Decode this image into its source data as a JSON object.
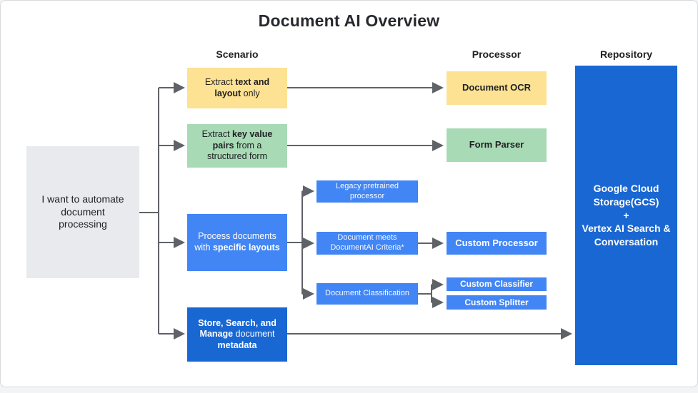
{
  "title": "Document AI Overview",
  "column_headers": {
    "scenario": "Scenario",
    "processor": "Processor",
    "repository": "Repository"
  },
  "colors": {
    "yellow": "#fde293",
    "green": "#a8dab5",
    "blue": "#4285f4",
    "dark_blue": "#1967d2",
    "gray": "#e8eaed",
    "line": "#5f6368"
  },
  "nodes": {
    "start": {
      "segments": [
        {
          "t": "I want to automate"
        },
        {
          "br": true
        },
        {
          "t": "document"
        },
        {
          "br": true
        },
        {
          "t": "processing"
        }
      ]
    },
    "extract_text_layout": {
      "segments": [
        {
          "t": "Extract "
        },
        {
          "t": "text and",
          "b": true
        },
        {
          "br": true
        },
        {
          "t": "layout",
          "b": true
        },
        {
          "t": " only"
        }
      ]
    },
    "extract_key_value": {
      "segments": [
        {
          "t": "Extract "
        },
        {
          "t": "key value",
          "b": true
        },
        {
          "br": true
        },
        {
          "t": "pairs",
          "b": true
        },
        {
          "t": " from a"
        },
        {
          "br": true
        },
        {
          "t": "structured form"
        }
      ]
    },
    "process_specific_layouts": {
      "segments": [
        {
          "t": "Process documents"
        },
        {
          "br": true
        },
        {
          "t": "with "
        },
        {
          "t": "specific layouts",
          "b": true
        }
      ]
    },
    "store_search_manage": {
      "segments": [
        {
          "t": "Store, Search, and",
          "b": true
        },
        {
          "br": true
        },
        {
          "t": "Manage",
          "b": true
        },
        {
          "t": " document"
        },
        {
          "br": true
        },
        {
          "t": "metadata",
          "b": true
        }
      ]
    },
    "legacy_pretrained": {
      "segments": [
        {
          "t": "Legacy pretrained"
        },
        {
          "br": true
        },
        {
          "t": "processor"
        }
      ]
    },
    "document_meets_criteria": {
      "segments": [
        {
          "t": "Document meets"
        },
        {
          "br": true
        },
        {
          "t": "DocumentAI Criteria*"
        }
      ]
    },
    "document_classification": {
      "segments": [
        {
          "t": "Document Classification"
        }
      ]
    },
    "document_ocr": {
      "label": "Document OCR"
    },
    "form_parser": {
      "label": "Form Parser"
    },
    "custom_processor": {
      "label": "Custom Processor"
    },
    "custom_classifier": {
      "label": "Custom Classifier"
    },
    "custom_splitter": {
      "label": "Custom Splitter"
    },
    "repository": {
      "segments": [
        {
          "t": "Google Cloud",
          "b": true
        },
        {
          "br": true
        },
        {
          "t": "Storage(GCS)",
          "b": true
        },
        {
          "br": true
        },
        {
          "t": "+",
          "b": true
        },
        {
          "br": true
        },
        {
          "t": "Vertex AI Search &",
          "b": true
        },
        {
          "br": true
        },
        {
          "t": "Conversation",
          "b": true
        }
      ]
    }
  }
}
